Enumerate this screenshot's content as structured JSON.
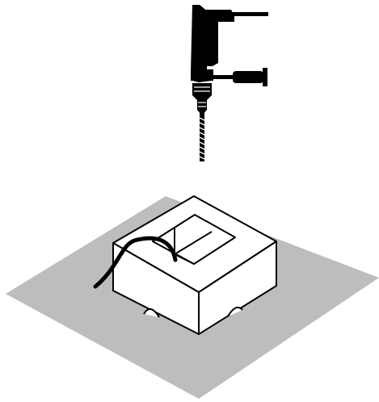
{
  "illustration": {
    "subjects": [
      "drill",
      "mounting-box",
      "cable",
      "floor-surface"
    ],
    "colors": {
      "ink": "#000000",
      "floor": "#bdbdbd",
      "box_face": "#ffffff",
      "background": "#ffffff"
    }
  }
}
